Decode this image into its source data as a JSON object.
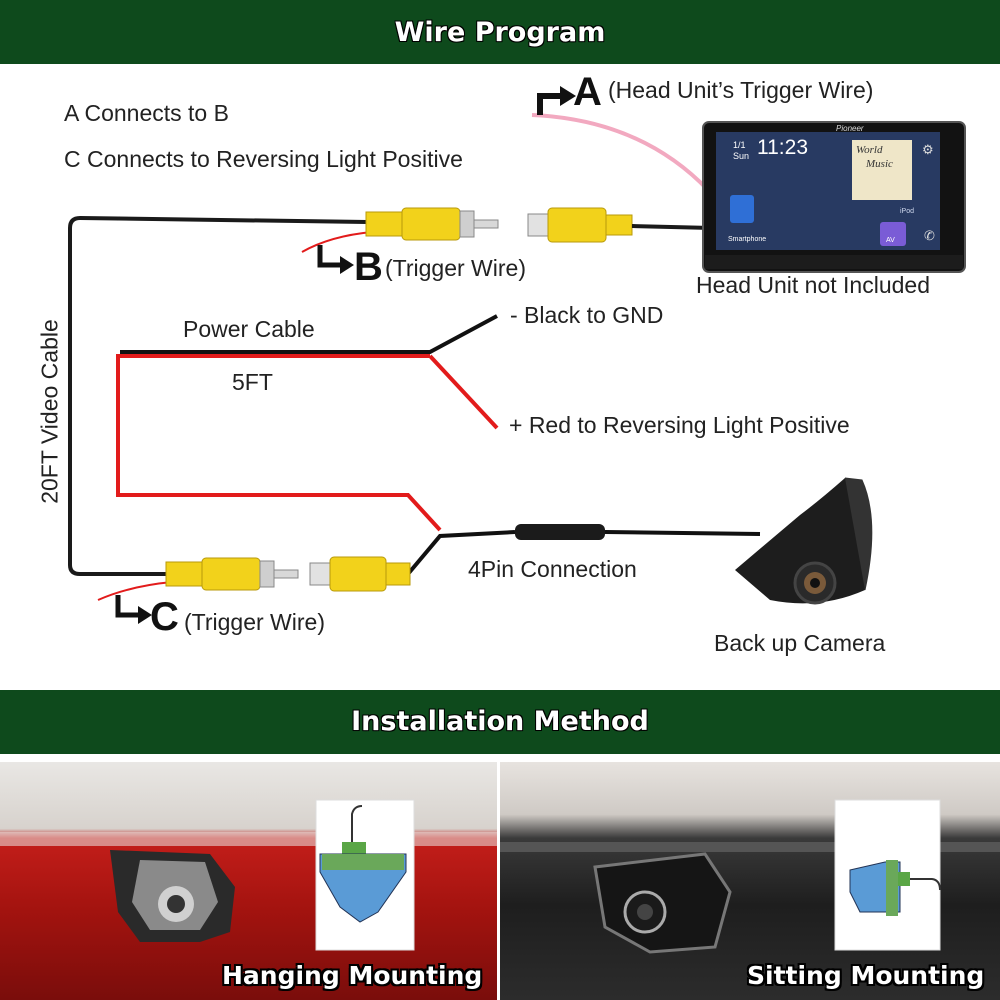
{
  "banners": {
    "top": "Wire Program",
    "middle": "Installation Method"
  },
  "notes": {
    "line1": "A Connects to B",
    "line2": "C Connects to Reversing Light Positive"
  },
  "wire_points": {
    "a_letter": "A",
    "a_text": "(Head Unit’s Trigger Wire)",
    "b_letter": "B",
    "b_text": "(Trigger Wire)",
    "c_letter": "C",
    "c_text": "(Trigger Wire)"
  },
  "labels": {
    "head_unit": "Head Unit not Included",
    "black_gnd": "- Black to GND",
    "power_cable": "Power Cable",
    "length_5ft": "5FT",
    "red_positive": "+ Red to Reversing Light Positive",
    "video_cable": "20FT Video Cable",
    "four_pin": "4Pin Connection",
    "camera": "Back up Camera"
  },
  "screen": {
    "brand": "Pioneer",
    "date": "1/1 Sun",
    "time": "11:23",
    "album_line1": "World",
    "album_line2": "Music",
    "source": "iPod",
    "smartphone": "Smartphone",
    "av": "AV"
  },
  "photos": {
    "left_caption": "Hanging Mounting",
    "right_caption": "Sitting Mounting"
  },
  "colors": {
    "banner": "#0e4a1c",
    "rca_yellow": "#f2d21b",
    "red_wire": "#e21b1b",
    "pink_wire": "#f2a9c0"
  }
}
